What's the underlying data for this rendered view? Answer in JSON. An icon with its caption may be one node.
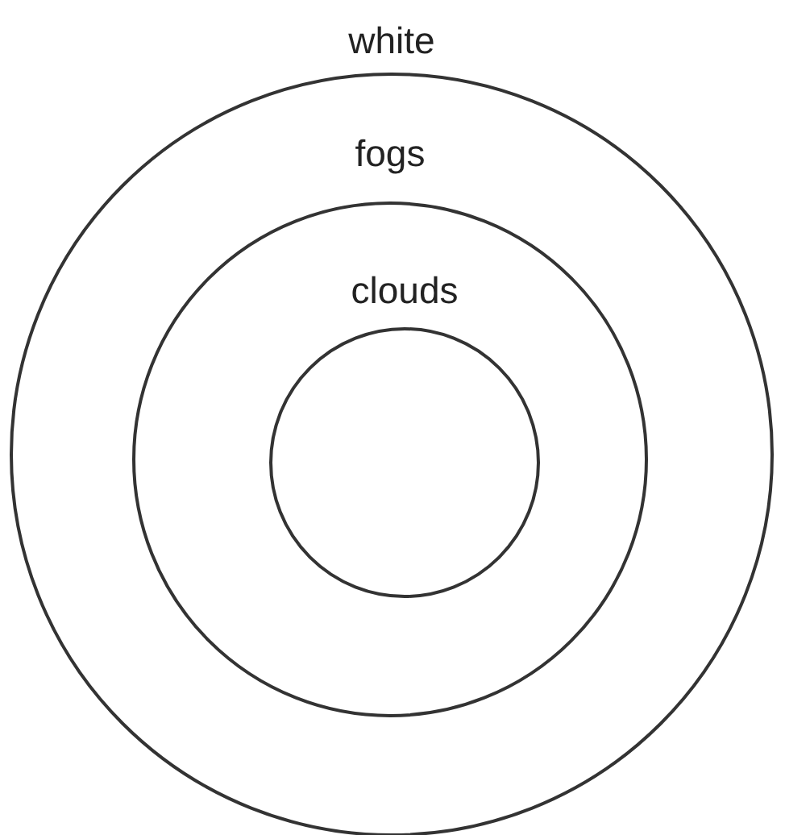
{
  "diagram": {
    "nodes": [
      {
        "text": [
          "white"
        ]
      },
      {
        "text": [
          "fogs"
        ],
        "in": 0
      },
      {
        "text": [
          "clouds"
        ],
        "in": 1
      }
    ]
  }
}
